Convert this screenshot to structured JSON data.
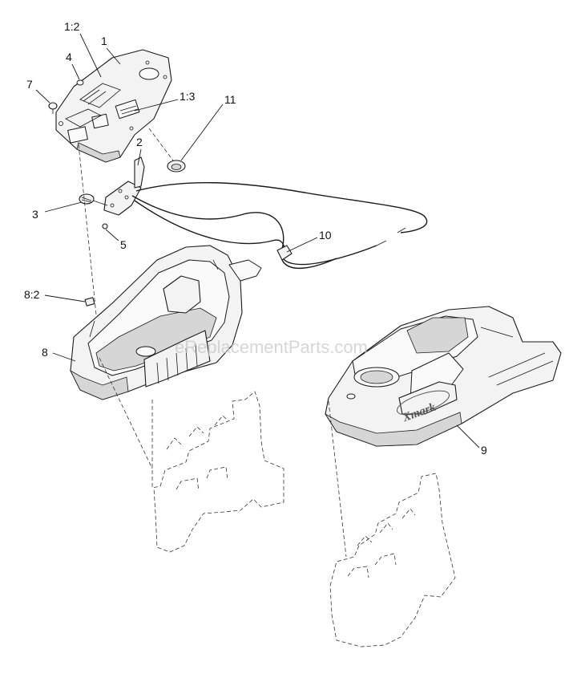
{
  "callouts": {
    "c1_2": "1:2",
    "c1": "1",
    "c4": "4",
    "c7": "7",
    "c1_3": "1:3",
    "c11": "11",
    "c2": "2",
    "c3": "3",
    "c5": "5",
    "c10": "10",
    "c8_2": "8:2",
    "c8": "8",
    "c9": "9"
  },
  "watermark": "eReplacementParts.com",
  "logo_text": "Xmark"
}
